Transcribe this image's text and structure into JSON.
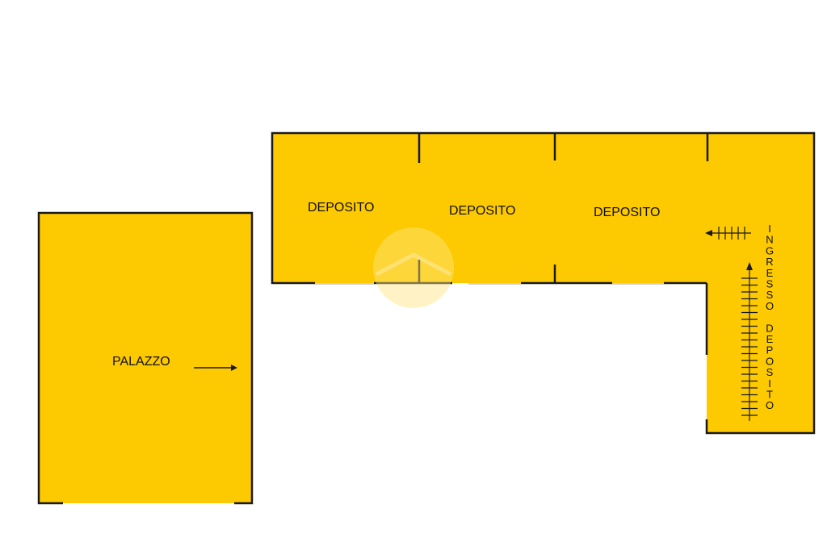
{
  "colors": {
    "floor": "#FDC900",
    "wall": "#1a1a1a",
    "background": "#ffffff"
  },
  "rooms": {
    "palazzo": "PALAZZO",
    "deposito_1": "DEPOSITO",
    "deposito_2": "DEPOSITO",
    "deposito_3": "DEPOSITO"
  },
  "vertical_label": "INGRESSO DEPOSITO",
  "icons": [
    "arrow-right-icon",
    "stair-arrow-left-icon",
    "stair-arrow-up-icon",
    "watermark-house-icon"
  ]
}
